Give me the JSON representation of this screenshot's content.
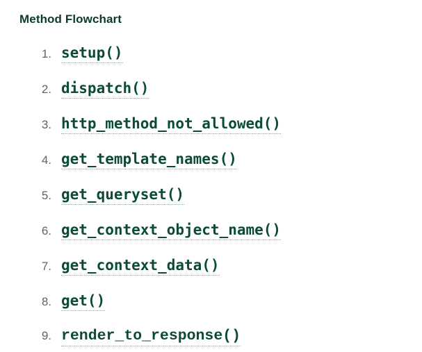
{
  "colors": {
    "background": "#ffffff",
    "heading": "#0c3c26",
    "link": "#0c4b33",
    "number": "#5b6661",
    "underline": "#93a79d"
  },
  "flowchart": {
    "title": "Method Flowchart",
    "items": [
      {
        "num": "1.",
        "label": "setup()"
      },
      {
        "num": "2.",
        "label": "dispatch()"
      },
      {
        "num": "3.",
        "label": "http_method_not_allowed()"
      },
      {
        "num": "4.",
        "label": "get_template_names()"
      },
      {
        "num": "5.",
        "label": "get_queryset()"
      },
      {
        "num": "6.",
        "label": "get_context_object_name()"
      },
      {
        "num": "7.",
        "label": "get_context_data()"
      },
      {
        "num": "8.",
        "label": "get()"
      },
      {
        "num": "9.",
        "label": "render_to_response()"
      }
    ]
  }
}
